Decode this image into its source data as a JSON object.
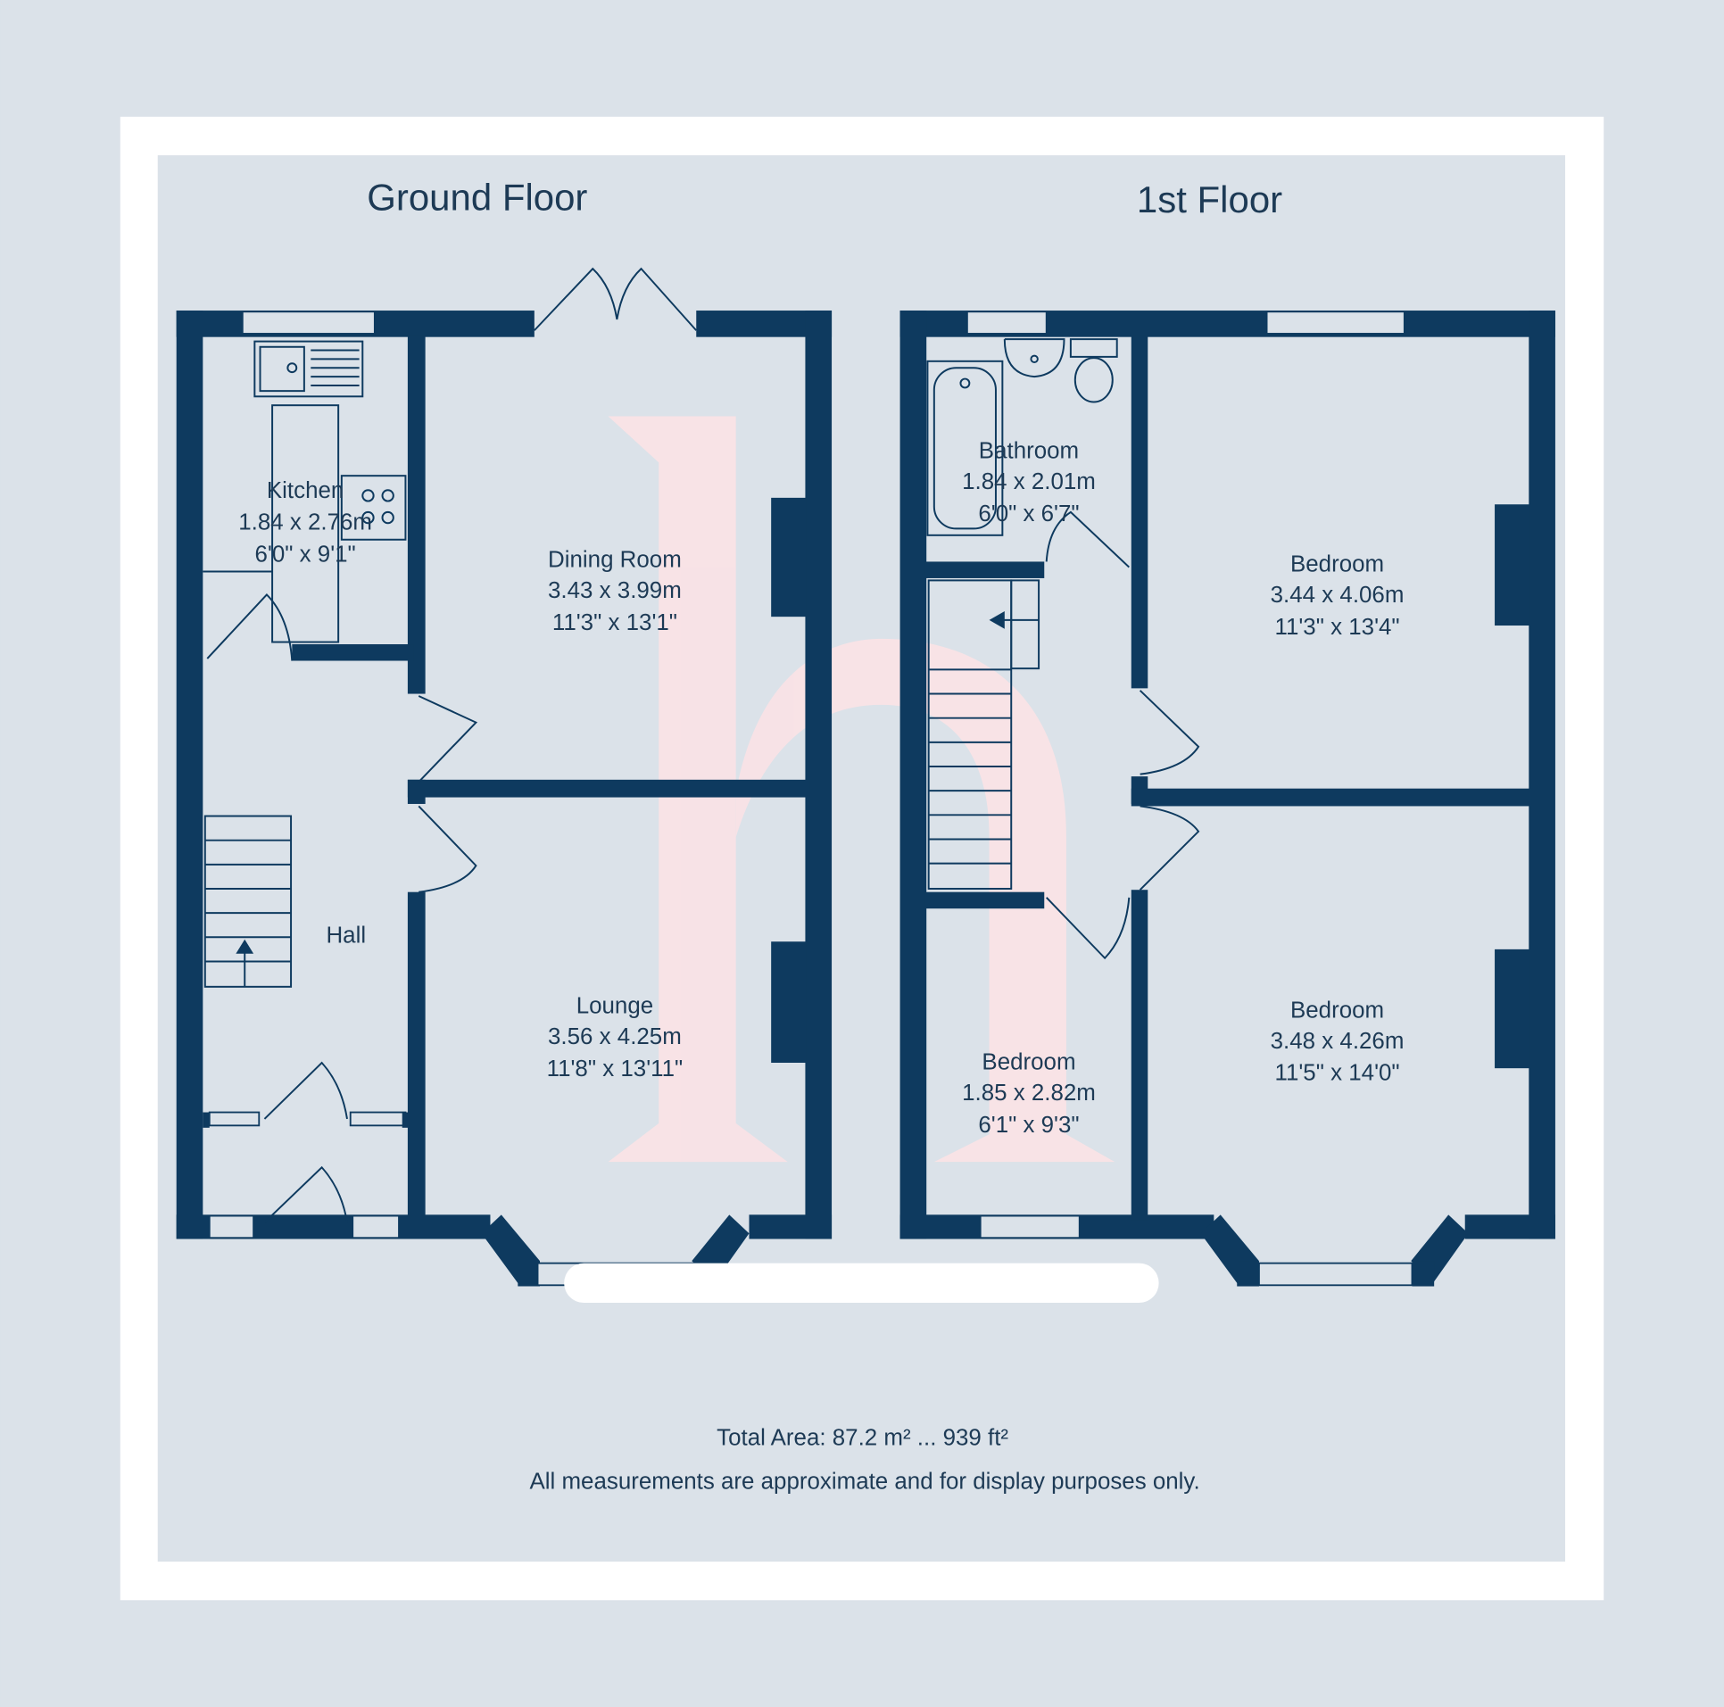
{
  "floors": [
    {
      "title": "Ground Floor",
      "rooms": [
        {
          "name": "Kitchen",
          "metric": "1.84 x 2.76m",
          "imperial": "6'0\" x 9'1\""
        },
        {
          "name": "Dining Room",
          "metric": "3.43 x 3.99m",
          "imperial": "11'3\" x 13'1\""
        },
        {
          "name": "Hall"
        },
        {
          "name": "Lounge",
          "metric": "3.56 x 4.25m",
          "imperial": "11'8\" x 13'11\""
        }
      ]
    },
    {
      "title": "1st Floor",
      "rooms": [
        {
          "name": "Bathroom",
          "metric": "1.84 x 2.01m",
          "imperial": "6'0\" x 6'7\""
        },
        {
          "name": "Bedroom",
          "metric": "3.44 x 4.06m",
          "imperial": "11'3\" x 13'4\""
        },
        {
          "name": "Bedroom",
          "metric": "1.85 x 2.82m",
          "imperial": "6'1\" x 9'3\""
        },
        {
          "name": "Bedroom",
          "metric": "3.48 x 4.26m",
          "imperial": "11'5\" x 14'0\""
        }
      ]
    }
  ],
  "footer": {
    "total_area": "Total Area: 87.2 m² ... 939 ft²",
    "disclaimer": "All measurements are approximate and for display purposes only."
  },
  "watermark_logo": "h",
  "colors": {
    "background": "#dbe2e9",
    "wall": "#0e3a5f",
    "frame": "#ffffff",
    "watermark": "#fbe3e6"
  }
}
